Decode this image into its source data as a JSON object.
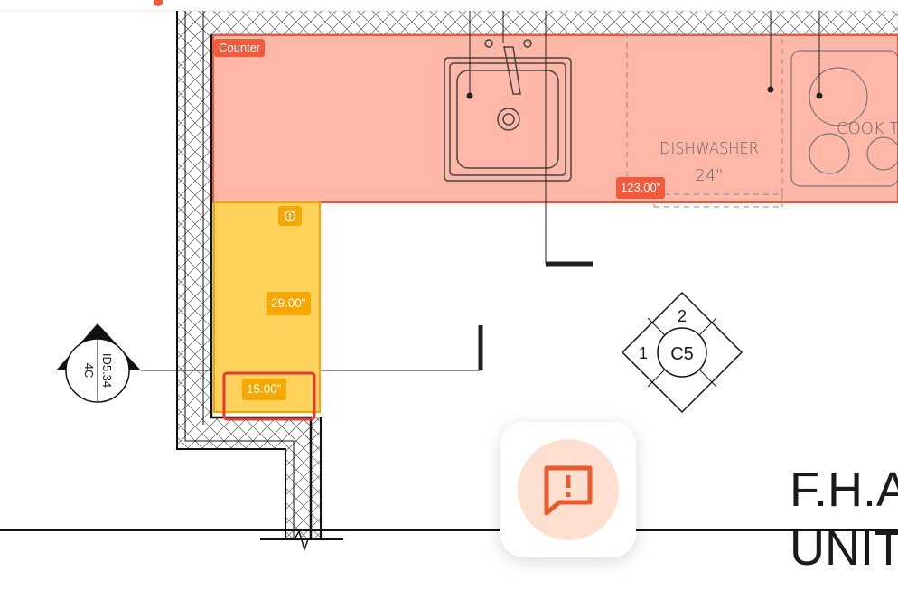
{
  "annotations": {
    "counter_label": "Counter",
    "counter_length": "123.00\"",
    "cabinet_height": "29.00\"",
    "cabinet_width": "15.00\"",
    "cabinet_icon": "info-icon"
  },
  "plan_text": {
    "dishwasher": "DISHWASHER",
    "dishwasher_size": "24\"",
    "cooktop": "COOK T",
    "grid_tag": "C5",
    "grid_num_1": "1",
    "grid_num_2": "2",
    "section_top": "ID5.34",
    "section_bottom": "4C",
    "title_line1": "F.H.A",
    "title_line2": "UNIT"
  },
  "feedback": {
    "icon": "feedback-alert-icon"
  },
  "colors": {
    "counter_fill": "#ffb8a8",
    "counter_stroke": "#f0553a",
    "cabinet_fill": "#ffd25c",
    "cabinet_stroke": "#f5a300",
    "selection": "#e03a3a",
    "feedback_accent": "#ea5a2e"
  }
}
